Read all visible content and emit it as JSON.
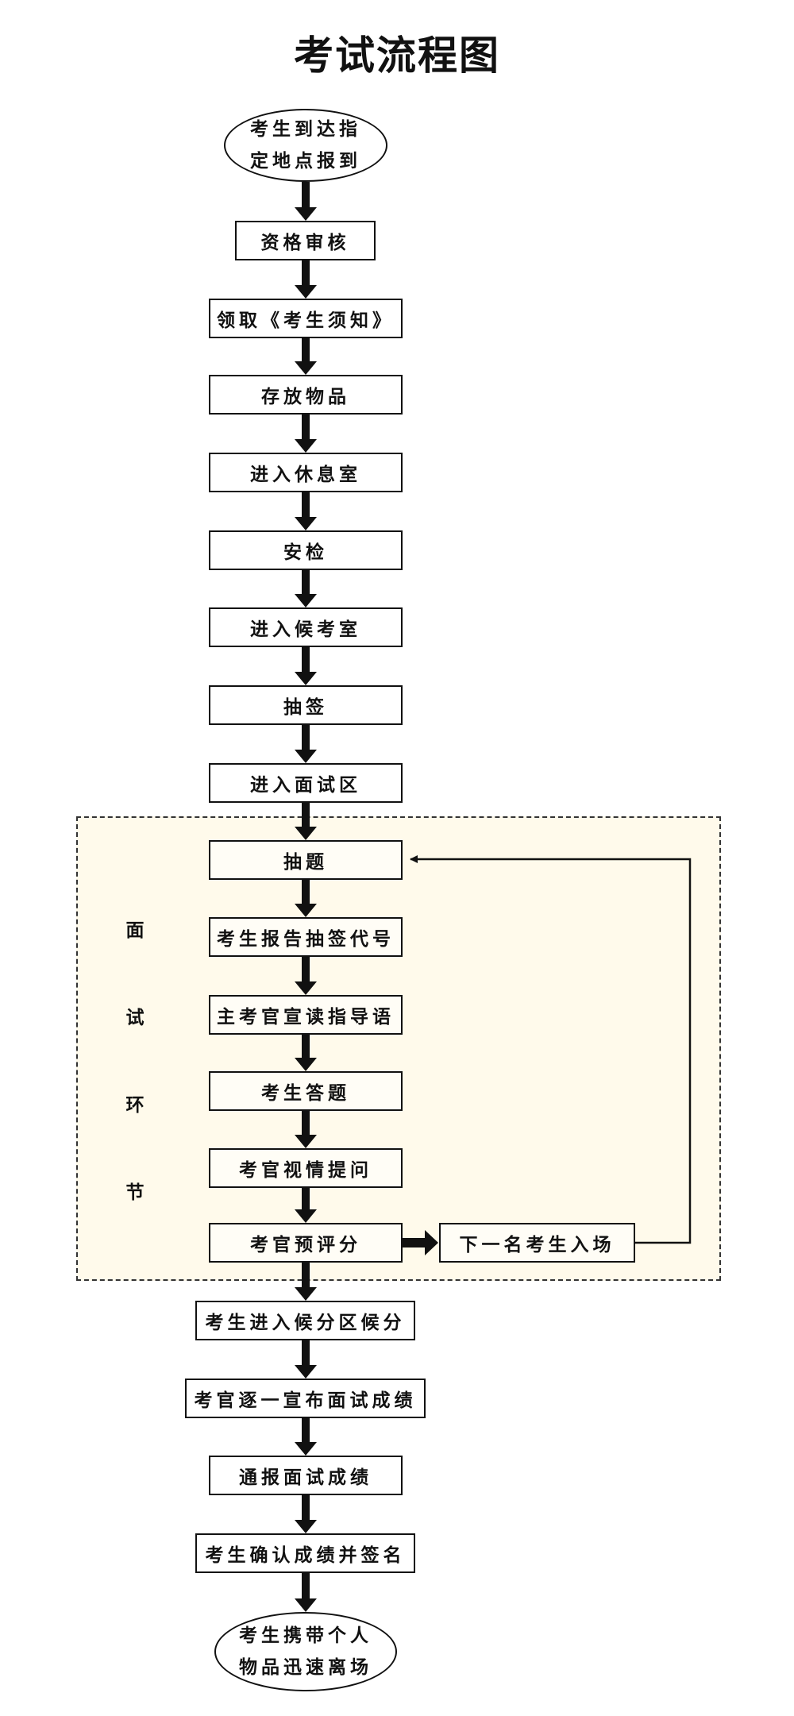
{
  "title": "考试流程图",
  "start": {
    "line1": "考生到达指",
    "line2": "定地点报到"
  },
  "pre_steps": [
    "资格审核",
    "领取《考生须知》",
    "存放物品",
    "进入休息室",
    "安检",
    "进入候考室",
    "抽签",
    "进入面试区"
  ],
  "interview_zone": {
    "label_chars": [
      "面",
      "试",
      "环",
      "节"
    ],
    "steps": [
      "抽题",
      "考生报告抽签代号",
      "主考官宣读指导语",
      "考生答题",
      "考官视情提问",
      "考官预评分"
    ],
    "loop_step": "下一名考生入场"
  },
  "post_steps": [
    "考生进入候分区候分",
    "考官逐一宣布面试成绩",
    "通报面试成绩",
    "考生确认成绩并签名"
  ],
  "end": {
    "line1": "考生携带个人",
    "line2": "物品迅速离场"
  },
  "colors": {
    "zone_fill": "#fffaeb",
    "line": "#111111",
    "box_fill": "#ffffff"
  }
}
